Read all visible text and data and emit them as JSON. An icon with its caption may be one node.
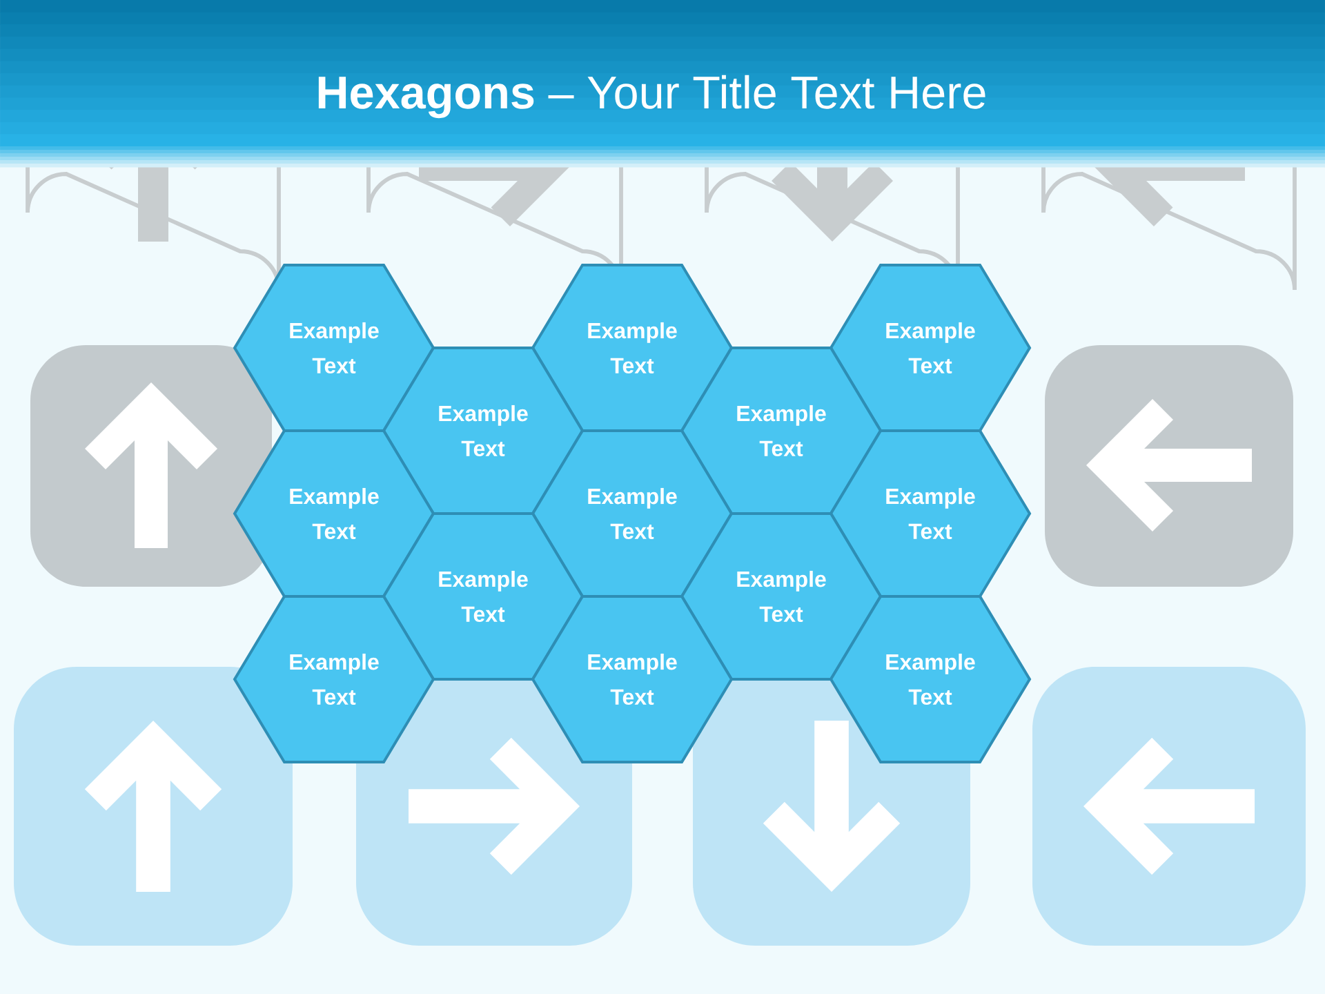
{
  "diagram": {
    "title": "**Hexagons** – Your Title Text Here",
    "nodes": [
      {
        "text": [
          "Example Text"
        ]
      },
      {
        "text": [
          "Example Text"
        ]
      },
      {
        "text": [
          "Example Text"
        ]
      },
      {
        "text": [
          "Example Text"
        ]
      },
      {
        "text": [
          "Example Text"
        ]
      },
      {
        "text": [
          "Example Text"
        ]
      },
      {
        "text": [
          "Example Text"
        ]
      },
      {
        "text": [
          "Example Text"
        ]
      },
      {
        "text": [
          "Example Text"
        ]
      },
      {
        "text": [
          "Example Text"
        ]
      },
      {
        "text": [
          "Example Text"
        ]
      },
      {
        "text": [
          "Example Text"
        ]
      },
      {
        "text": [
          "Example Text"
        ]
      }
    ]
  }
}
